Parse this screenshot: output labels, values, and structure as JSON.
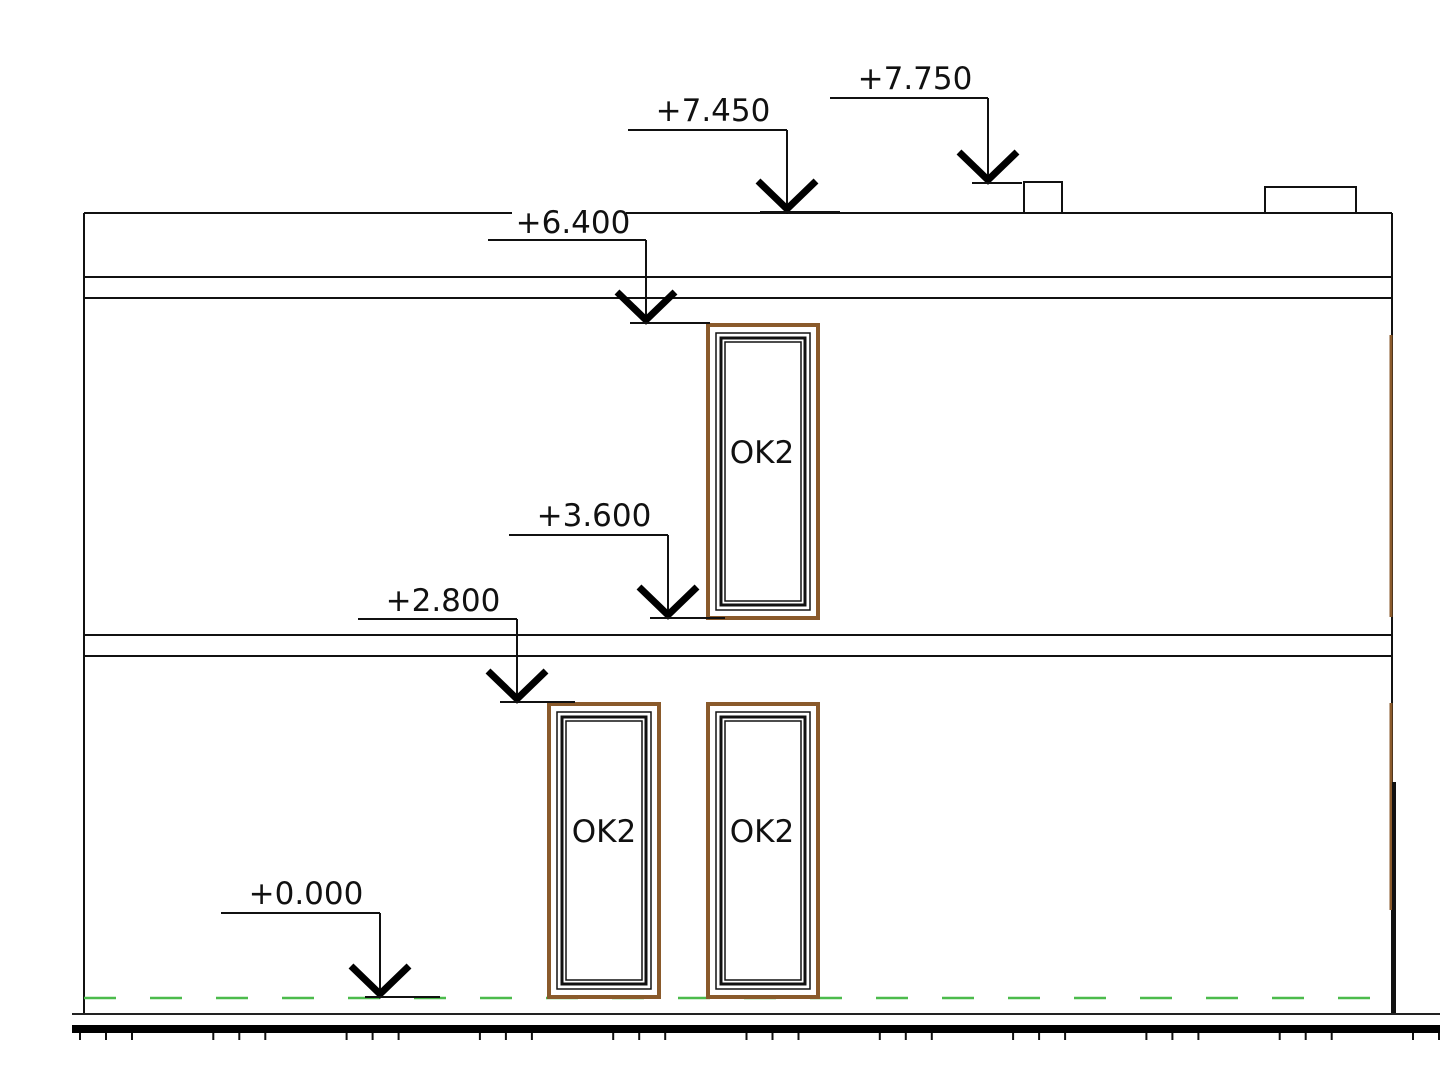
{
  "drawing": {
    "type": "building elevation",
    "colors": {
      "line": "#111111",
      "frame": "#8a5a2b",
      "ground_dash": "#4cbb4c"
    },
    "levels": [
      {
        "label": "+7.750",
        "value": 7.75
      },
      {
        "label": "+7.450",
        "value": 7.45
      },
      {
        "label": "+6.400",
        "value": 6.4
      },
      {
        "label": "+3.600",
        "value": 3.6
      },
      {
        "label": "+2.800",
        "value": 2.8
      },
      {
        "label": "+0.000",
        "value": 0.0
      }
    ],
    "windows": [
      {
        "tag": "OK2",
        "floor": "upper"
      },
      {
        "tag": "OK2",
        "floor": "ground"
      },
      {
        "tag": "OK2",
        "floor": "ground"
      }
    ]
  }
}
